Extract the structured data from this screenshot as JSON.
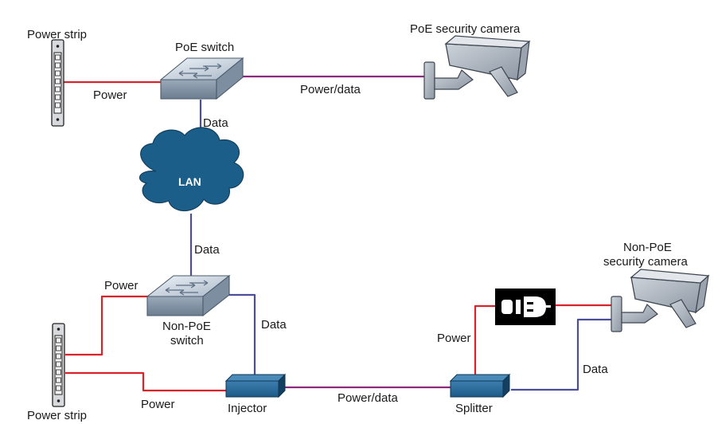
{
  "labels": {
    "power_strip_top": "Power strip",
    "poe_switch": "PoE switch",
    "poe_camera": "PoE security camera",
    "power_top": "Power",
    "power_data_top": "Power/data",
    "data_top": "Data",
    "lan": "LAN",
    "data_middle": "Data",
    "non_poe_camera_line1": "Non-PoE",
    "non_poe_camera_line2": "security camera",
    "power_switch": "Power",
    "non_poe_switch_line1": "Non-PoE",
    "non_poe_switch_line2": "switch",
    "data_switch_injector": "Data",
    "power_adapter": "Power",
    "data_right": "Data",
    "power_bottom": "Power",
    "injector": "Injector",
    "power_data_bottom": "Power/data",
    "splitter": "Splitter",
    "power_strip_bottom": "Power strip"
  },
  "colors": {
    "power": "#d8232a",
    "data": "#4b4f9a",
    "power_data": "#8e2a7c",
    "cloud": "#1b5e89",
    "device_blue": "#1d5a86"
  }
}
